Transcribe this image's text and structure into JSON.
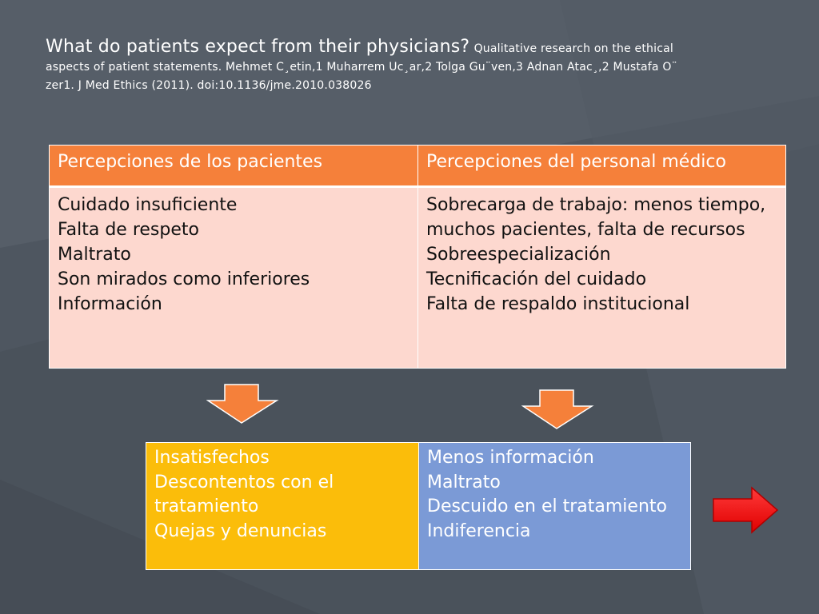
{
  "title": {
    "main": "What do patients expect from their physicians?",
    "sub": "Qualitative research on the ethical aspects of patient statements. Mehmet C¸etin,1 Muharrem Uc¸ar,2 Tolga Gu¨ven,3 Adnan Atac¸,2 Mustafa O¨ zer1. J Med Ethics (2011). doi:10.1136/jme.2010.038026"
  },
  "top_table": {
    "headers": [
      "Percepciones de los pacientes",
      "Percepciones del personal médico"
    ],
    "patients": [
      "Cuidado insuficiente",
      "Falta de respeto",
      "Maltrato",
      "Son mirados como inferiores",
      "Información"
    ],
    "staff": [
      "Sobrecarga de trabajo: menos tiempo, muchos pacientes, falta de recursos",
      "Sobreespecialización",
      "Tecnificación del cuidado",
      "Falta de respaldo institucional"
    ]
  },
  "bottom_table": {
    "left": [
      "Insatisfechos",
      "Descontentos con el tratamiento",
      "Quejas y denuncias"
    ],
    "right": [
      "Menos información",
      "Maltrato",
      "Descuido en el tratamiento",
      "Indiferencia"
    ]
  },
  "colors": {
    "header": "#f5803a",
    "cell": "#fdd8cf",
    "yellow": "#fbbd0a",
    "blue": "#7b9ad6",
    "next_arrow": "#ff1a1a"
  },
  "icons": {
    "down_arrows": "arrow-down-icon",
    "next": "arrow-right-icon"
  }
}
